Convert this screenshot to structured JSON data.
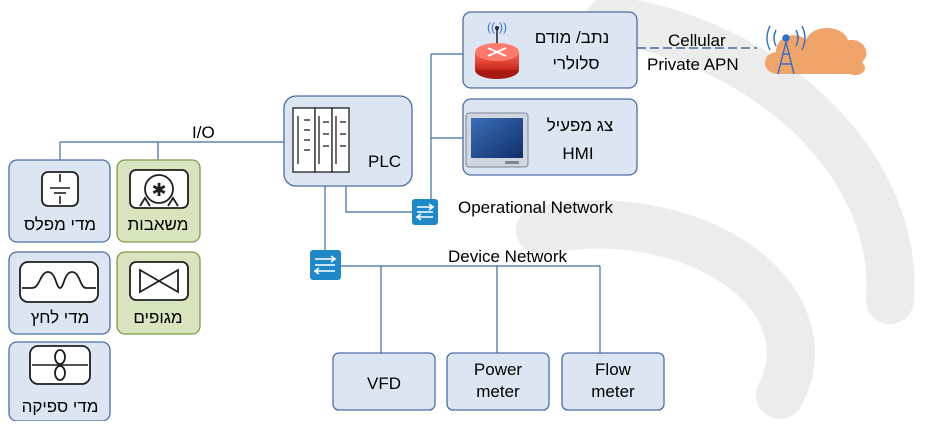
{
  "labels": {
    "plc": "PLC",
    "io": "I/O",
    "modem_line1": "נתב/ מודם",
    "modem_line2": "סלולרי",
    "hmi_line1": "צג מפעיל",
    "hmi_line2": "HMI",
    "cellular": "Cellular",
    "private_apn": "Private APN",
    "operational_network": "Operational Network",
    "device_network": "Device Network",
    "vfd": "VFD",
    "power_meter_line1": "Power",
    "power_meter_line2": "meter",
    "flow_meter_line1": "Flow",
    "flow_meter_line2": "meter",
    "level_meter": "מדי מפלס",
    "pumps": "משאבות",
    "pressure_meter": "מדי לחץ",
    "valves": "מגופים",
    "flow_meter_he": "מדי ספיקה"
  },
  "colors": {
    "box_fill": "#dce6f2",
    "box_stroke": "#4a6ea9",
    "line": "#3a6ea5",
    "green_fill": "#d7e4bd",
    "green_stroke": "#7f9a48",
    "switch": "#1e88c9",
    "cloud": "#f0a46a",
    "watermark": "#ececec"
  }
}
